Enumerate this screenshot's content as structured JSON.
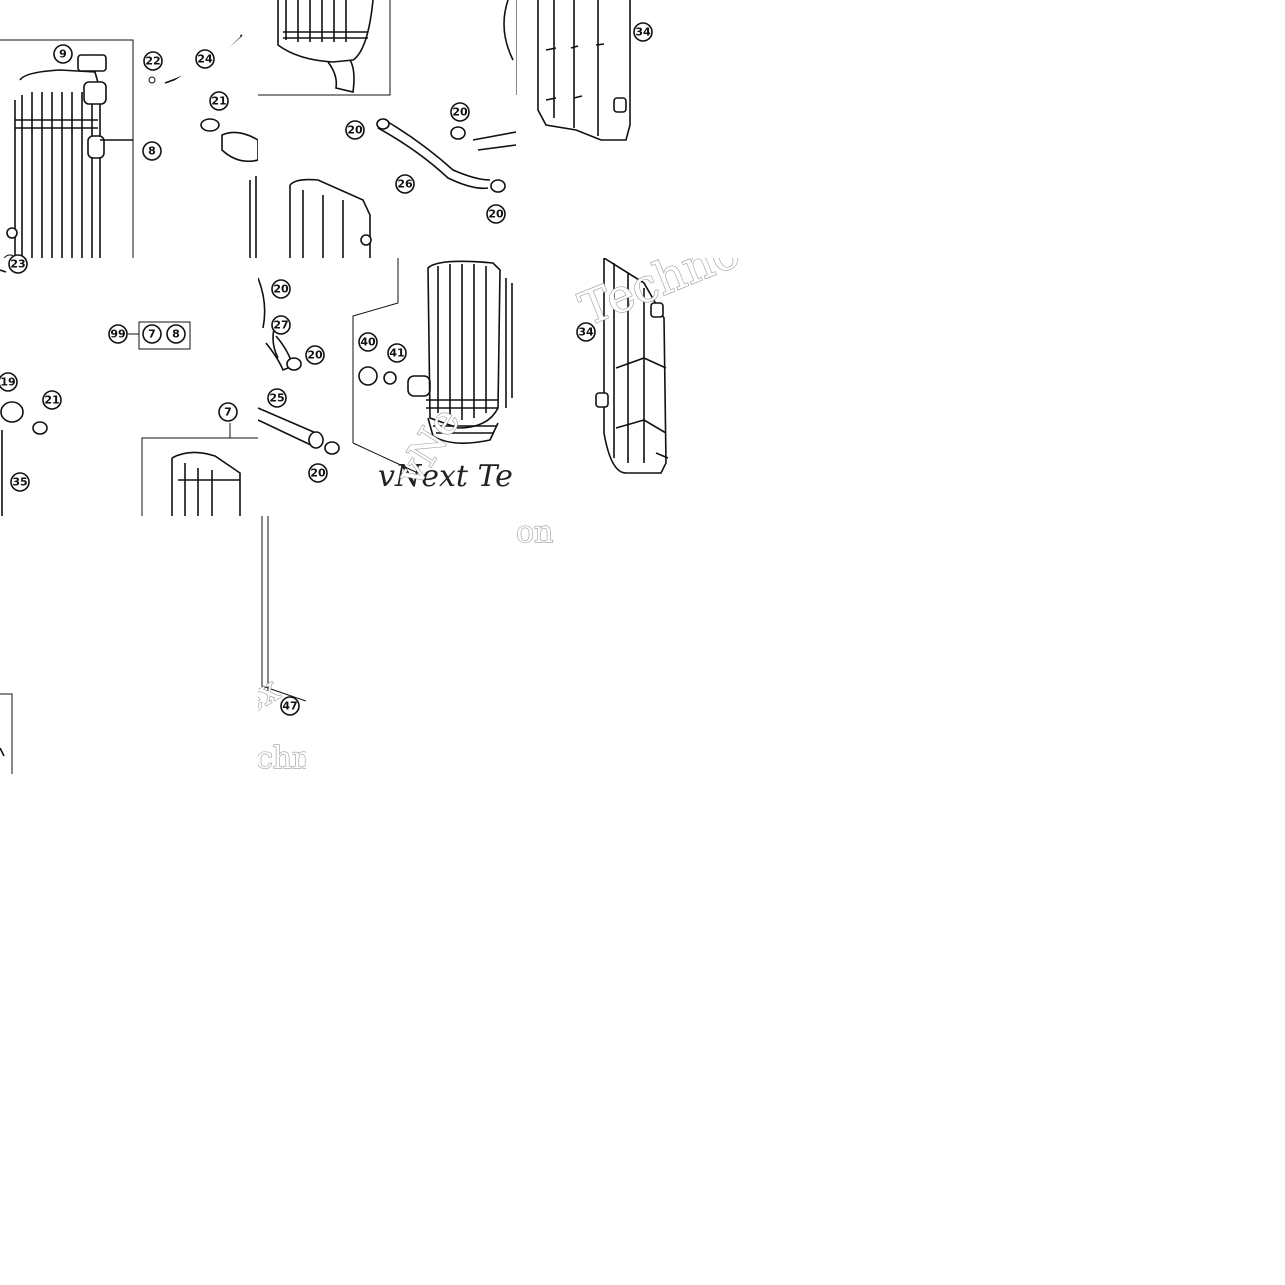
{
  "diagram": {
    "callouts": [
      "7",
      "8",
      "9",
      "19",
      "20",
      "21",
      "22",
      "23",
      "24",
      "25",
      "26",
      "27",
      "34",
      "35",
      "40",
      "41",
      "47",
      "99"
    ],
    "kit_group": {
      "label": "99",
      "members": [
        "7",
        "8"
      ]
    },
    "watermark": {
      "brand_line": "vNext Te",
      "fragment_a": "Techno",
      "fragment_b": "chn",
      "fragment_c": "ex"
    }
  }
}
